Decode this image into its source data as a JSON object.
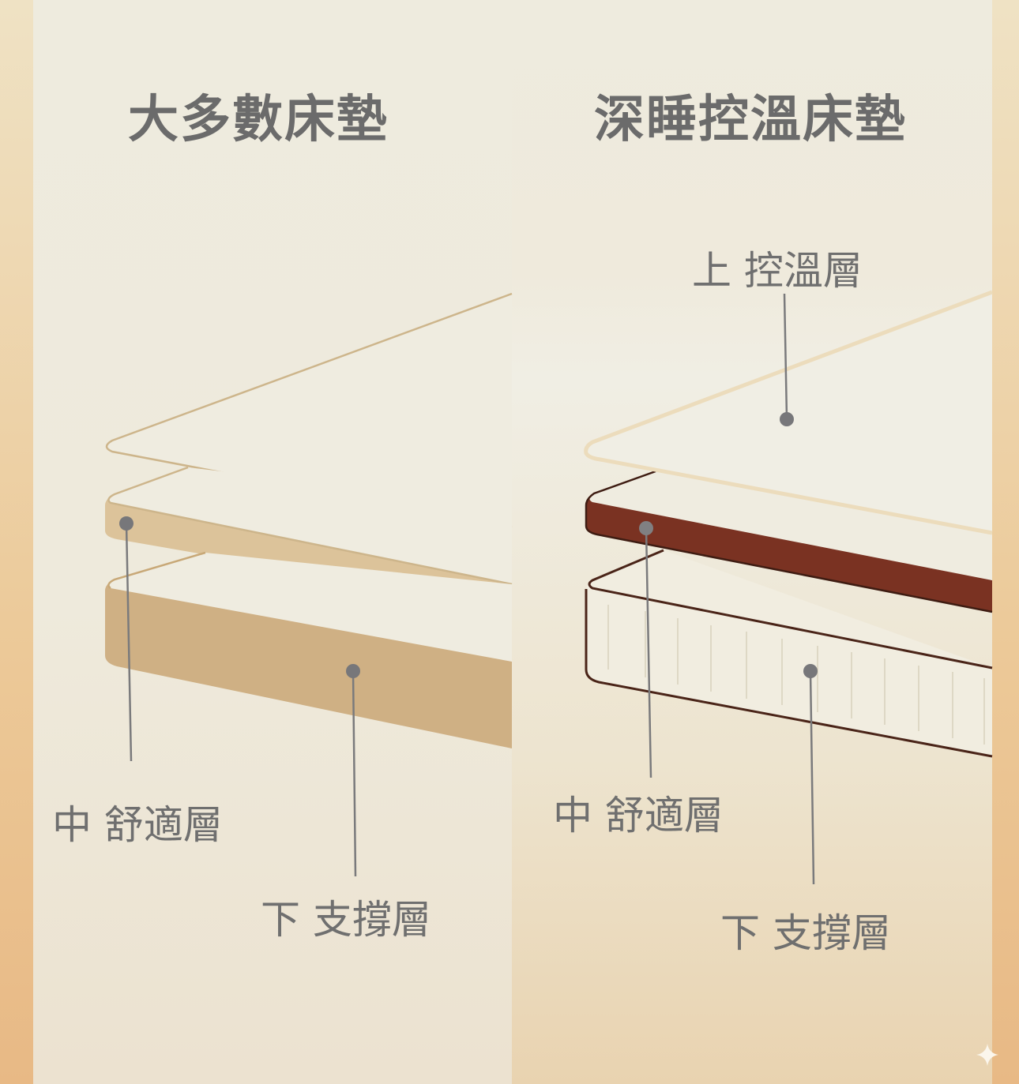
{
  "left": {
    "title": "大多數床墊",
    "labels": {
      "middle": "中 舒適層",
      "bottom": "下 支撐層"
    },
    "colors": {
      "top_outline": "#cdb58b",
      "middle_fill": "#dcc39a",
      "bottom_fill": "#cfb084"
    }
  },
  "right": {
    "title": "深睡控溫床墊",
    "labels": {
      "top": "上 控溫層",
      "middle": "中 舒適層",
      "bottom": "下 支撐層"
    },
    "colors": {
      "top_edge": "#ecdcbc",
      "middle_fill": "#7a3222",
      "bottom_outline": "#4a2418",
      "bottom_fill": "#f1ede0"
    }
  },
  "pointer_color": "#7a7a7c"
}
